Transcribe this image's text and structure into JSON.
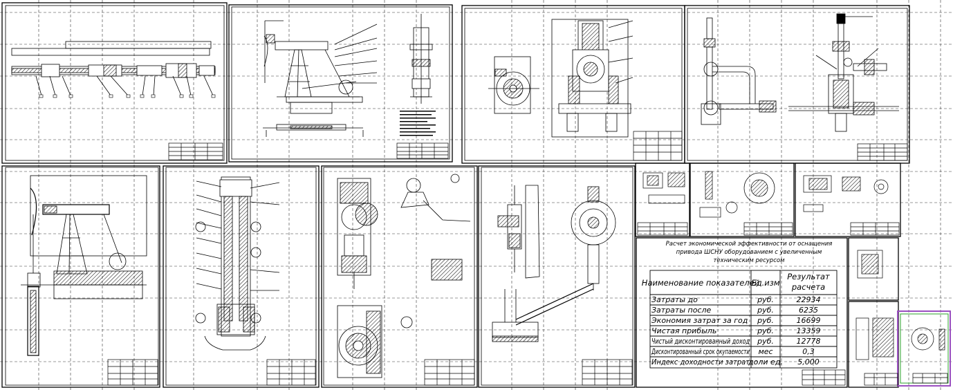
{
  "calc_table": {
    "title_lines": [
      "Расчет экономической эффективности от оснащения",
      "привода ШСНУ оборудованием с увеличенным",
      "техническим ресурсом"
    ],
    "headers": [
      "Наименование показателей",
      "Ед.изм",
      "Результат расчета"
    ],
    "rows": [
      {
        "name": "Затраты до",
        "unit": "руб.",
        "value": "22934"
      },
      {
        "name": "Затраты после",
        "unit": "руб.",
        "value": "6235"
      },
      {
        "name": "Экономия затрат за год",
        "unit": "руб.",
        "value": "16699"
      },
      {
        "name": "Чистая прибыль",
        "unit": "руб.",
        "value": "13359"
      },
      {
        "name": "Чистый дисконтированный доход",
        "unit": "руб.",
        "value": "12778"
      },
      {
        "name": "Дисконтированный срок окупаемости",
        "unit": "мес",
        "value": "0,3"
      },
      {
        "name": "Индекс доходности затрат",
        "unit": "доли ед.",
        "value": "5,000"
      }
    ]
  }
}
